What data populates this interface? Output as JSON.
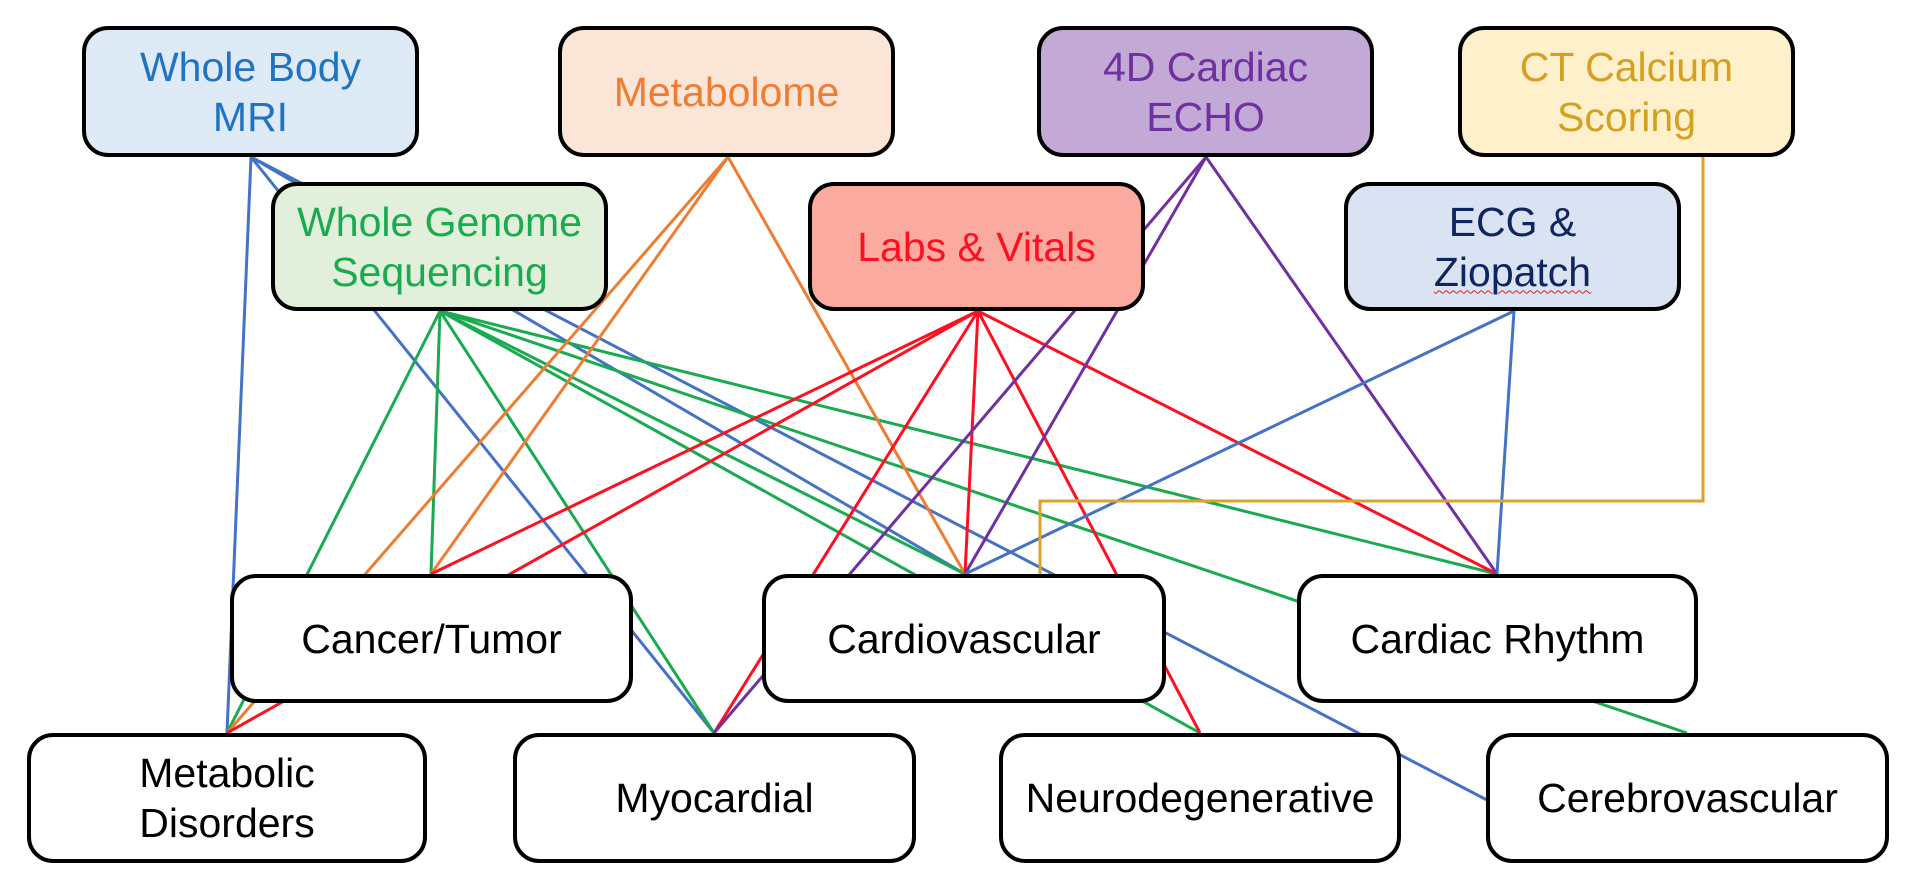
{
  "diagram": {
    "sources": [
      {
        "id": "mri",
        "lines": [
          "Whole Body",
          "MRI"
        ],
        "fill": "#deeaf6",
        "text_color": "#1f73c1"
      },
      {
        "id": "metabolome",
        "lines": [
          "Metabolome"
        ],
        "fill": "#fbe5d7",
        "text_color": "#ed7d31"
      },
      {
        "id": "echo",
        "lines": [
          "4D Cardiac",
          "ECHO"
        ],
        "fill": "#c3a9d6",
        "text_color": "#7030a0"
      },
      {
        "id": "ct",
        "lines": [
          "CT Calcium",
          "Scoring"
        ],
        "fill": "#fff0cc",
        "text_color": "#d4a020"
      },
      {
        "id": "wgs",
        "lines": [
          "Whole Genome",
          "Sequencing"
        ],
        "fill": "#e2efda",
        "text_color": "#1aaa50"
      },
      {
        "id": "labs",
        "lines": [
          "Labs & Vitals"
        ],
        "fill": "#fbaaa0",
        "text_color": "#ff0f1f"
      },
      {
        "id": "ecg",
        "lines": [
          "ECG &",
          "Ziopatch"
        ],
        "fill": "#d9e3f1",
        "text_color": "#0f2560"
      }
    ],
    "targets": [
      {
        "id": "cancer",
        "lines": [
          "Cancer/Tumor"
        ]
      },
      {
        "id": "cardio",
        "lines": [
          "Cardiovascular"
        ]
      },
      {
        "id": "rhythm",
        "lines": [
          "Cardiac Rhythm"
        ]
      },
      {
        "id": "metabolic",
        "lines": [
          "Metabolic",
          "Disorders"
        ]
      },
      {
        "id": "myo",
        "lines": [
          "Myocardial"
        ]
      },
      {
        "id": "neuro",
        "lines": [
          "Neurodegenerative"
        ]
      },
      {
        "id": "cerebro",
        "lines": [
          "Cerebrovascular"
        ]
      }
    ],
    "edge_colors": {
      "mri": "#4472c4",
      "metabolome": "#ed7d31",
      "echo": "#7030a0",
      "ct": "#d9a22a",
      "wgs": "#1aaa50",
      "labs": "#ff0f1f",
      "ecg": "#4472c4"
    },
    "edges": [
      {
        "from": "mri",
        "to": "metabolic"
      },
      {
        "from": "mri",
        "to": "myo"
      },
      {
        "from": "mri",
        "to": "cardio"
      },
      {
        "from": "mri",
        "to": "cerebro"
      },
      {
        "from": "wgs",
        "to": "cancer"
      },
      {
        "from": "wgs",
        "to": "metabolic"
      },
      {
        "from": "wgs",
        "to": "myo"
      },
      {
        "from": "wgs",
        "to": "cardio"
      },
      {
        "from": "wgs",
        "to": "rhythm"
      },
      {
        "from": "wgs",
        "to": "neuro"
      },
      {
        "from": "wgs",
        "to": "cerebro"
      },
      {
        "from": "metabolome",
        "to": "cancer"
      },
      {
        "from": "metabolome",
        "to": "metabolic"
      },
      {
        "from": "metabolome",
        "to": "cardio"
      },
      {
        "from": "labs",
        "to": "cancer"
      },
      {
        "from": "labs",
        "to": "metabolic"
      },
      {
        "from": "labs",
        "to": "cardio"
      },
      {
        "from": "labs",
        "to": "myo"
      },
      {
        "from": "labs",
        "to": "neuro"
      },
      {
        "from": "labs",
        "to": "rhythm"
      },
      {
        "from": "echo",
        "to": "cardio"
      },
      {
        "from": "echo",
        "to": "myo"
      },
      {
        "from": "echo",
        "to": "rhythm"
      },
      {
        "from": "ecg",
        "to": "cardio"
      },
      {
        "from": "ecg",
        "to": "rhythm"
      },
      {
        "from": "ct",
        "to": "cardio"
      }
    ]
  }
}
